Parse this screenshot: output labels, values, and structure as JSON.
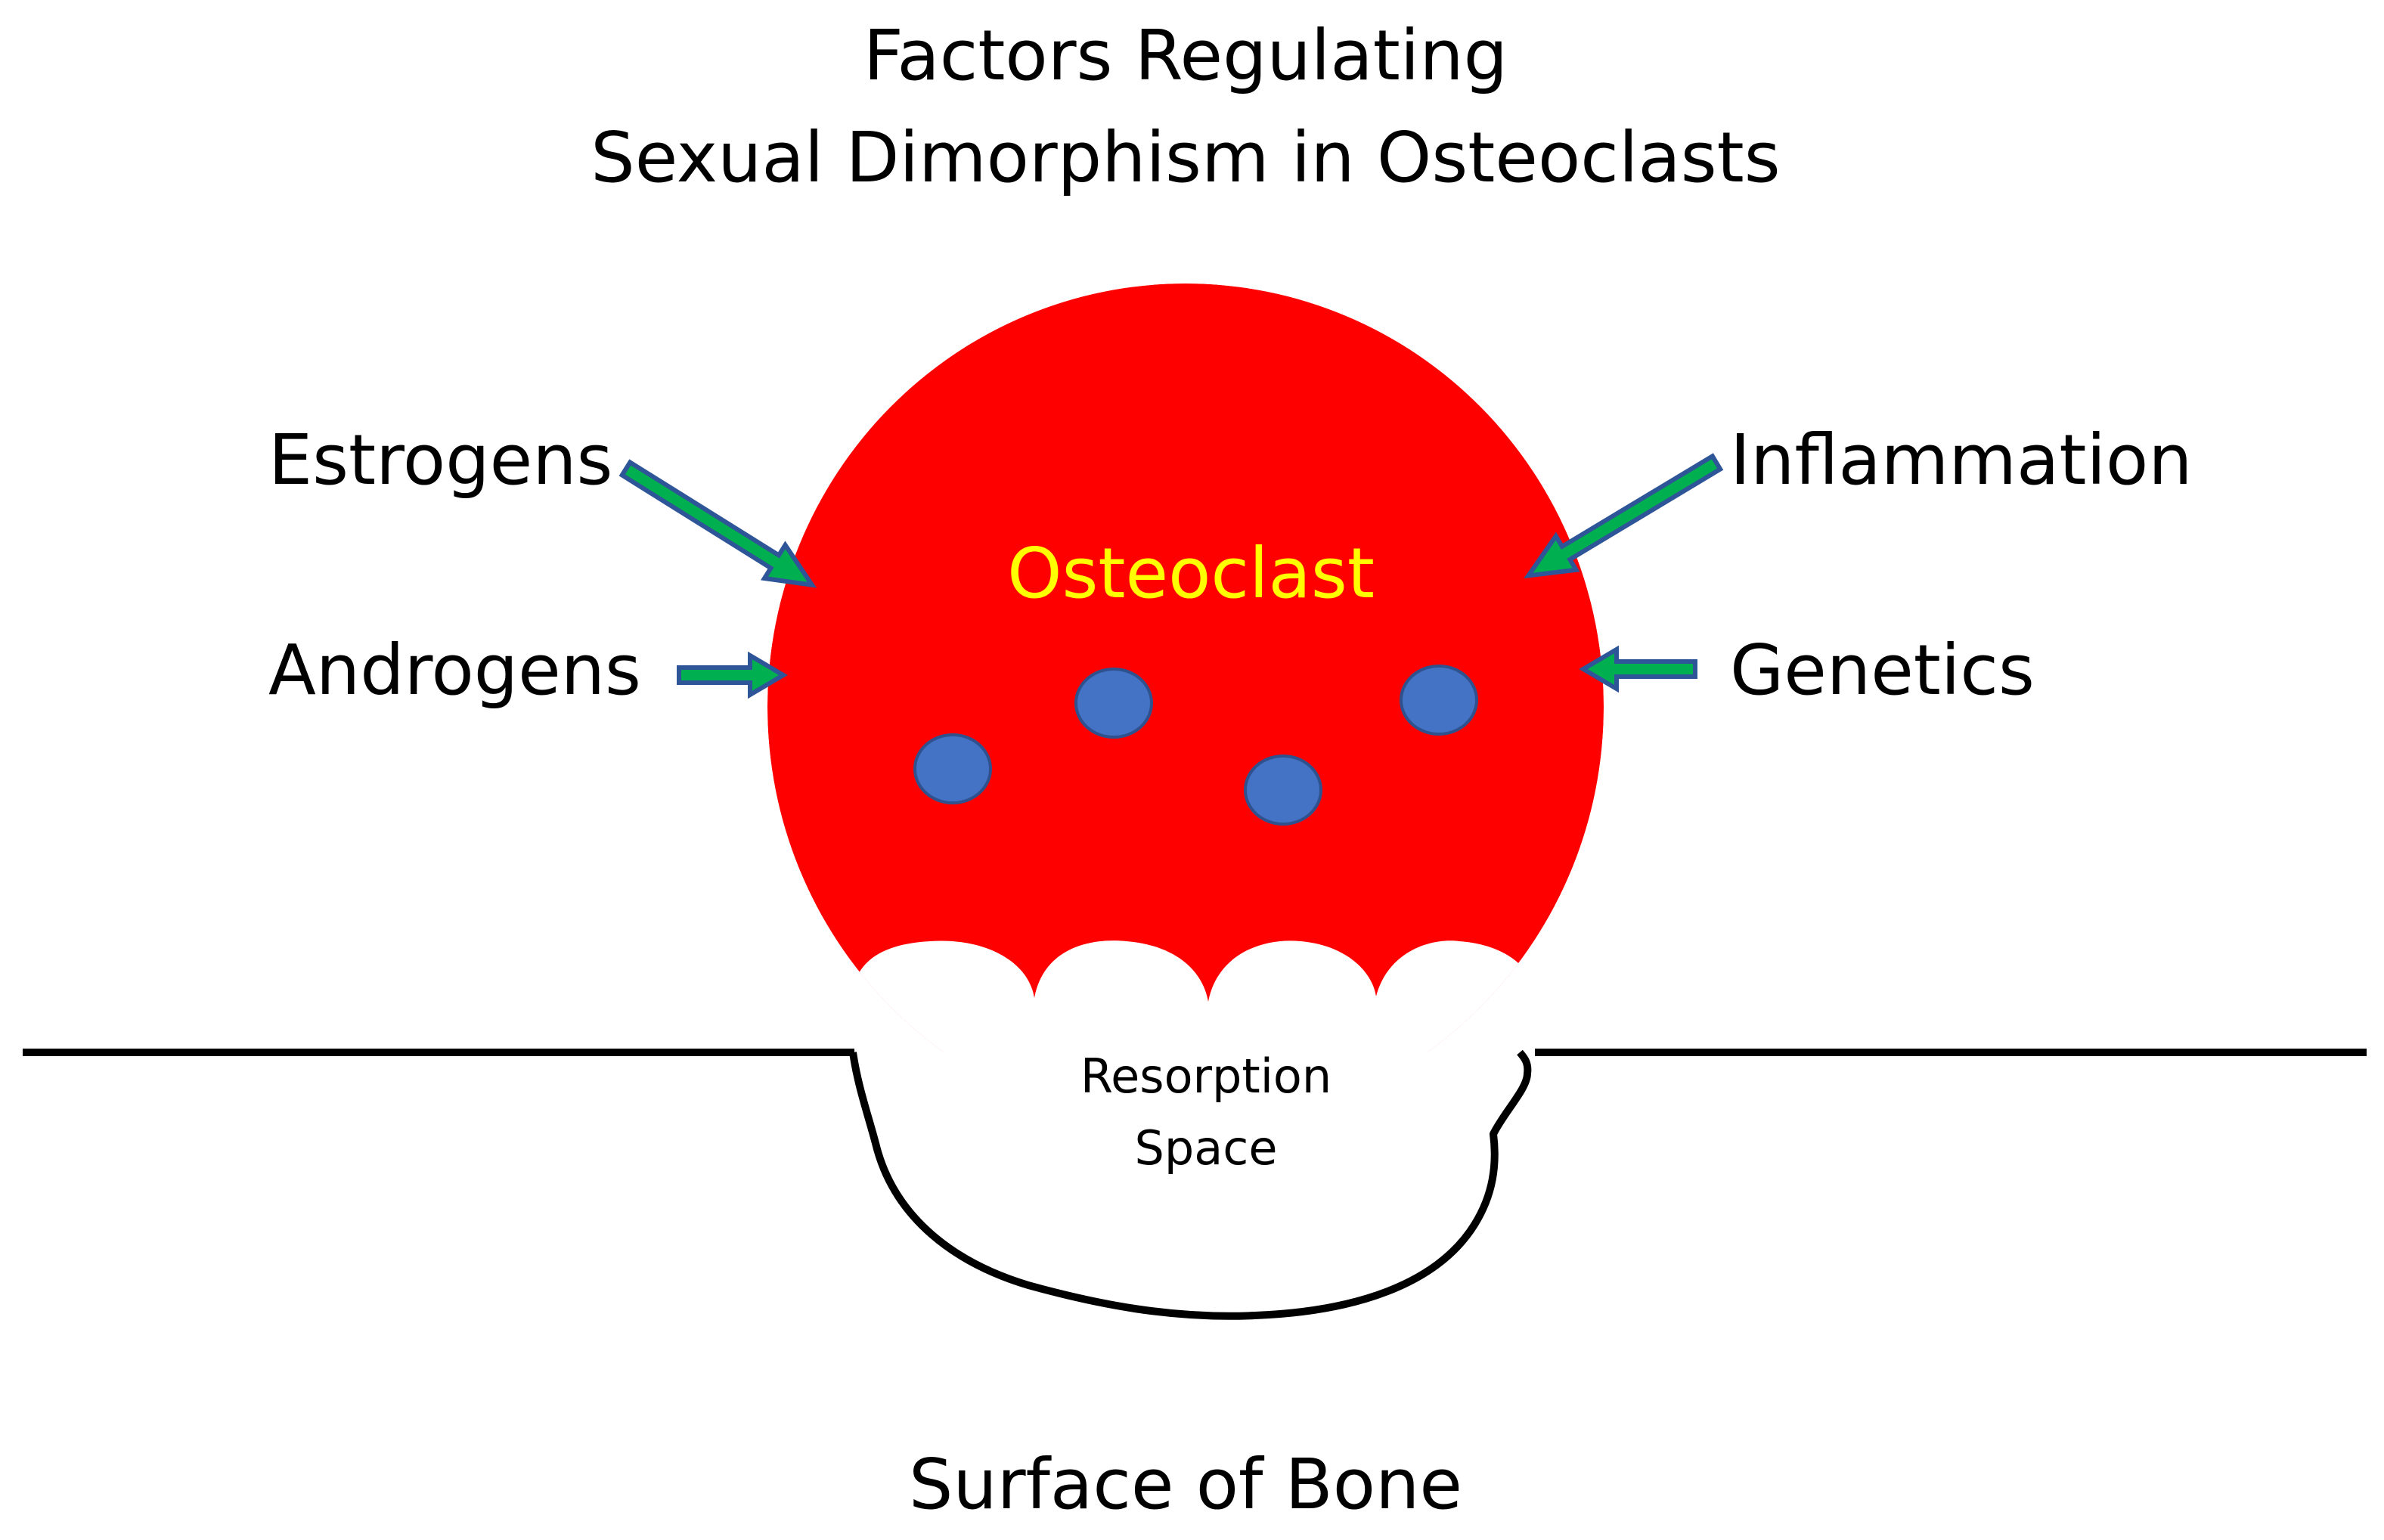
{
  "title": {
    "line1": "Factors Regulating",
    "line2": "Sexual Dimorphism in Osteoclasts"
  },
  "factors": {
    "estrogens": "Estrogens",
    "androgens": "Androgens",
    "inflammation": "Inflammation",
    "genetics": "Genetics"
  },
  "cell": {
    "label": "Osteoclast",
    "nuclei_count": 4
  },
  "resorption": {
    "line1": "Resorption",
    "line2": "Space"
  },
  "bone_surface_label": "Surface of Bone",
  "colors": {
    "cell": "#ff0000",
    "cell_label": "#ffff00",
    "nucleus_fill": "#4472c4",
    "nucleus_stroke": "#2f528f",
    "arrow_fill": "#00b050",
    "arrow_stroke": "#2e5597",
    "text": "#000000",
    "line": "#000000"
  }
}
